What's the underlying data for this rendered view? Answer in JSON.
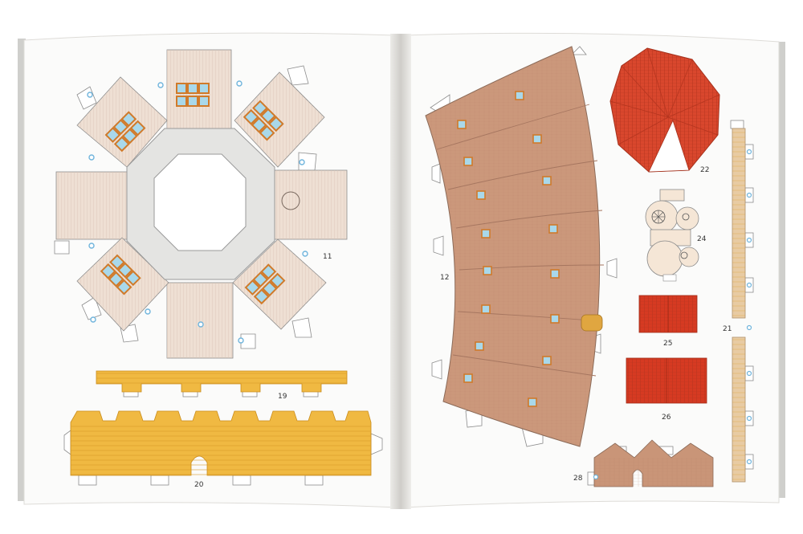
{
  "labels": {
    "p11": "11",
    "p12": "12",
    "p19": "19",
    "p20": "20",
    "p21": "21",
    "p22": "22",
    "p24": "24",
    "p25": "25",
    "p26": "26",
    "p28": "28"
  },
  "colors": {
    "background": "#ffffff",
    "page": "#fbfbfa",
    "page_shadow": "#d9d9d6",
    "wall_beige": "#e8d8cc",
    "window_blue": "#a9d8ea",
    "window_frame": "#d07a2a",
    "courtyard": "#e6e6e4",
    "timber_yellow": "#f0b942",
    "roof_brown": "#c99578",
    "roof_red": "#d9472d",
    "tab_outline": "#8c8c8c",
    "glue_dot": "#6fb4dc"
  }
}
